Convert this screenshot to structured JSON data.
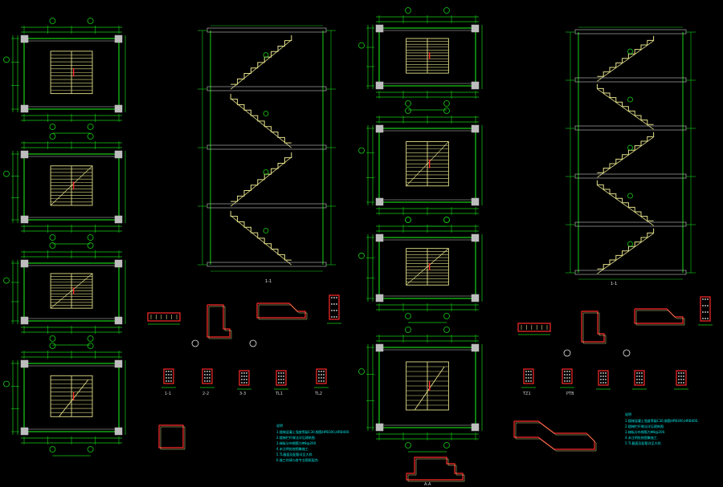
{
  "drawing": {
    "palette": {
      "background": "#000000",
      "grid": "#17d017",
      "stair": "#e4e08a",
      "wall": "#c8c8c8",
      "column": "#bdbdbd",
      "section": "#ff2a2a",
      "note": "#00e6e6",
      "label": "#e8e8e8"
    },
    "sheet_stamp": "1-1",
    "notes_left": {
      "title": "说明",
      "lines": [
        "1.楼梯混凝土强度等级C30,钢筋HPB300,HRB400.",
        "2.楼梯栏杆做法详见建筑图.",
        "3.梯板分布钢筋为Φ8@200.",
        "4.未注明处按图集施工.",
        "5.TL截面及配筋详见大样.",
        "6.施工时请与各专业图纸配合."
      ]
    },
    "notes_right": {
      "title": "说明",
      "lines": [
        "1.楼梯混凝土强度等级C30,钢筋HPB300,HRB400.",
        "2.楼梯栏杆做法详见建筑图.",
        "3.梯板分布钢筋为Φ8@200.",
        "4.未注明处按图集施工.",
        "5.TL截面及配筋详见大样."
      ]
    },
    "detail_labels": [
      "1-1",
      "2-2",
      "3-3",
      "TL1",
      "TL2",
      "TZ1",
      "PTB",
      "A-A"
    ]
  }
}
